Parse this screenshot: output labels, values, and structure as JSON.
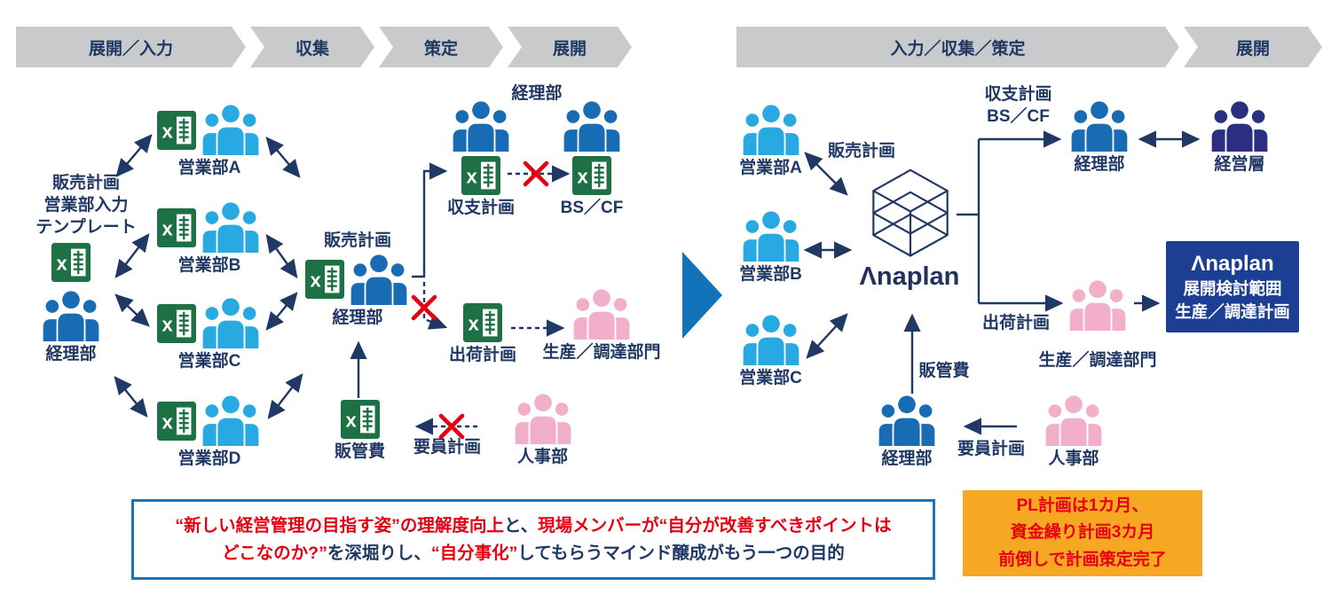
{
  "stages": {
    "left": [
      "展開／入力",
      "収集",
      "策定",
      "展開"
    ],
    "right": [
      "入力／収集／策定",
      "展開"
    ]
  },
  "left": {
    "template_lines": [
      "販売計画",
      "営業部入力",
      "テンプレート"
    ],
    "template_owner": "経理部",
    "sales": [
      "営業部A",
      "営業部B",
      "営業部C",
      "営業部D"
    ],
    "hub_top": "販売計画",
    "hub_owner": "経理部",
    "keiri_top": "経理部",
    "shushi": "収支計画",
    "bscf": "BS／CF",
    "shukka": "出荷計画",
    "seisan": "生産／調達部門",
    "hankanhi": "販管費",
    "yoin": "要員計画",
    "jinji": "人事部"
  },
  "right": {
    "sales": [
      "営業部A",
      "営業部B",
      "営業部C"
    ],
    "hanbai": "販売計画",
    "wordmark": "Λnaplan",
    "shushi_lines": [
      "収支計画",
      "BS／CF"
    ],
    "keiri": "経理部",
    "keiei": "経営層",
    "shukka": "出荷計画",
    "seisan": "生産／調達部門",
    "scope_box": {
      "logo": "Λnaplan",
      "lines": [
        "展開検討範囲",
        "生産／調達計画"
      ]
    },
    "hankanhi": "販管費",
    "keiri_bottom": "経理部",
    "yoin": "要員計画",
    "jinji": "人事部",
    "result_lines": [
      "PL計画は1カ月、",
      "資金繰り計画3カ月",
      "前倒しで計画策定完了"
    ]
  },
  "note": {
    "l1a": "“新しい経営管理の目指す姿”の理解度向上",
    "l1b": "と、",
    "l1c": "現場メンバーが“自分が改善すべきポイントは",
    "l2a": "どこなのか?”",
    "l2b": "を深堀りし、",
    "l2c": "“自分事化”",
    "l2d": "してもらうマインド醸成がもう一つの目的"
  },
  "colors": {
    "navy_text": "#1F3864",
    "sky_people": "#29A9E1",
    "blue_people": "#176CB4",
    "exec_people": "#2B2F82",
    "pink_people": "#F2AFCA",
    "excel_green": "#1E7145",
    "alert_red": "#E60012",
    "result_orange": "#F7A823",
    "anaplan_navy": "#1C3F94",
    "chevron_gray": "#C9CACB",
    "note_border_blue": "#1B75BC",
    "transition_arrow_blue": "#1272BA"
  }
}
